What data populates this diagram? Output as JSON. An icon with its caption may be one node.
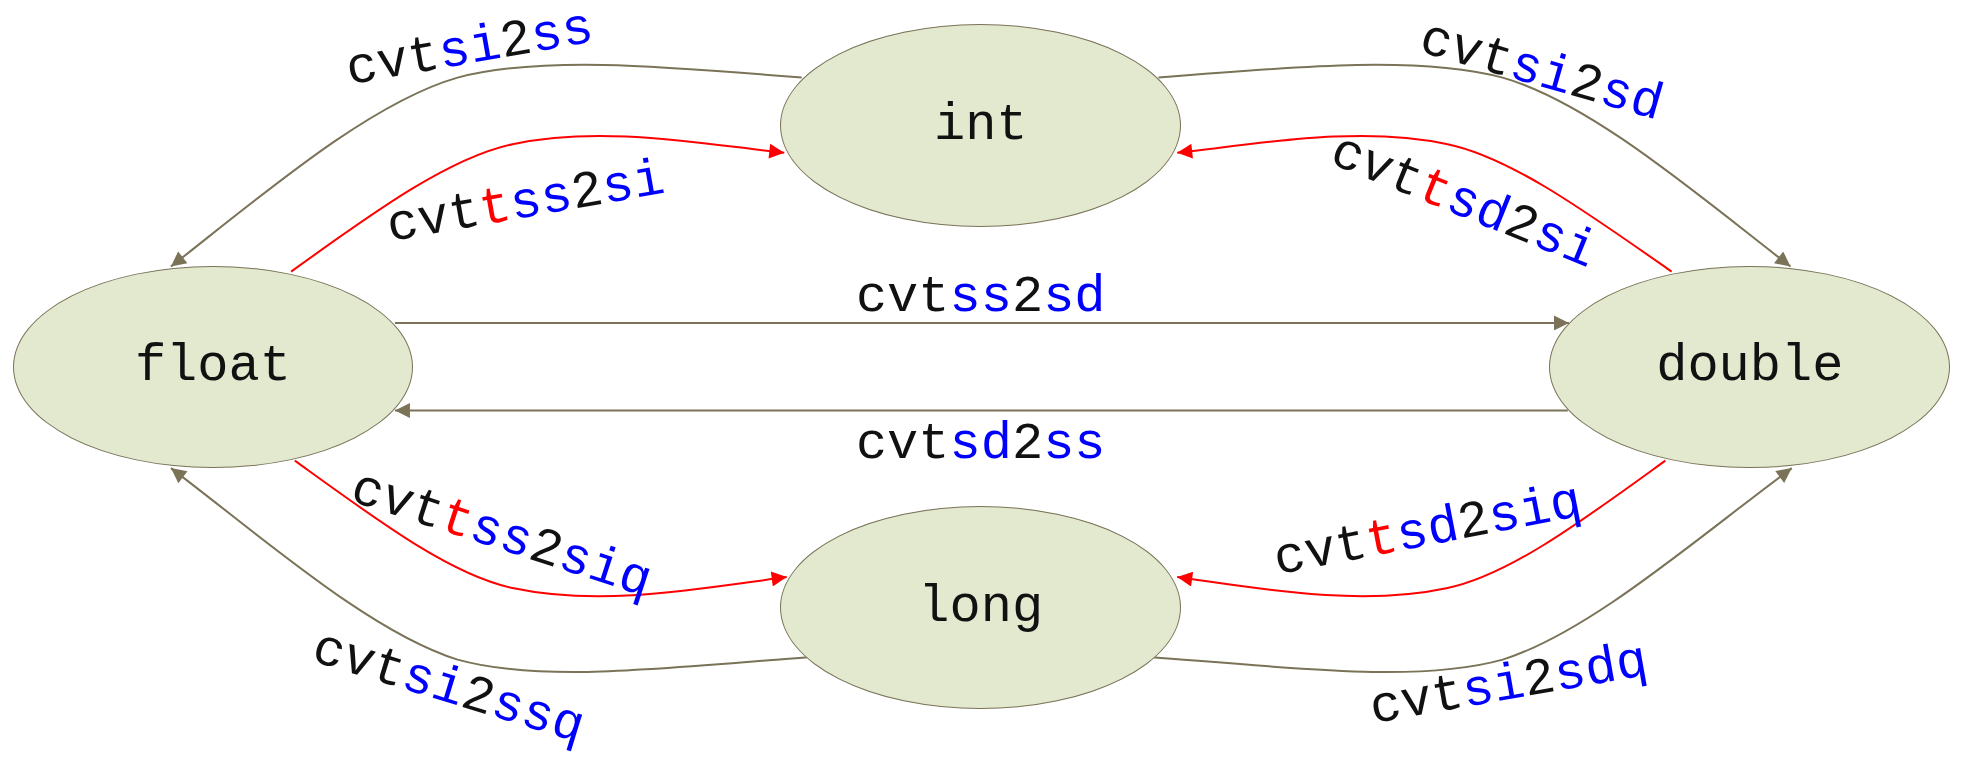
{
  "diagram": {
    "nodes": [
      {
        "text": [
          "int"
        ]
      },
      {
        "text": [
          "float"
        ]
      },
      {
        "text": [
          "double"
        ]
      },
      {
        "text": [
          "long"
        ]
      }
    ],
    "edges": [
      {
        "from": 0,
        "to": 1,
        "arrow": "to",
        "label": "cvtsi2ss"
      },
      {
        "from": 1,
        "to": 0,
        "arrow": "to",
        "label": "cvttss2si",
        "color": "#ff0000"
      },
      {
        "from": 0,
        "to": 2,
        "arrow": "to",
        "label": "cvtsi2sd"
      },
      {
        "from": 2,
        "to": 0,
        "arrow": "to",
        "label": "cvttsd2si",
        "color": "#ff0000"
      },
      {
        "from": 1,
        "to": 2,
        "arrow": "to",
        "label": "cvtss2sd"
      },
      {
        "from": 2,
        "to": 1,
        "arrow": "to",
        "label": "cvtsd2ss"
      },
      {
        "from": 1,
        "to": 3,
        "arrow": "to",
        "label": "cvttss2siq",
        "color": "#ff0000"
      },
      {
        "from": 2,
        "to": 3,
        "arrow": "to",
        "label": "cvttsd2siq",
        "color": "#ff0000"
      },
      {
        "from": 3,
        "to": 1,
        "arrow": "to",
        "label": "cvtsi2ssq"
      },
      {
        "from": 3,
        "to": 2,
        "arrow": "to",
        "label": "cvtsi2sdq"
      }
    ]
  }
}
